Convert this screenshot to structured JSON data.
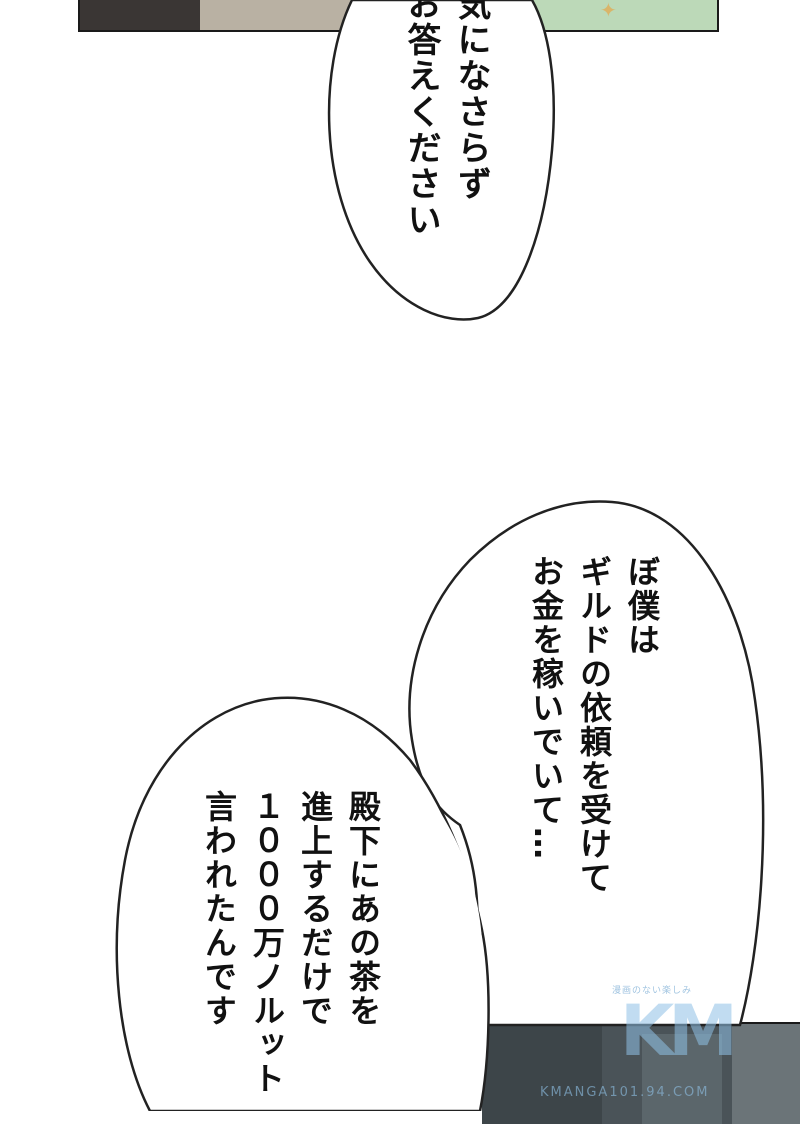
{
  "bubble_top": {
    "lines": [
      "気になさらず",
      "お答えください"
    ]
  },
  "bubble_right": {
    "lines": [
      "ぼ僕は",
      "ギルドの依頼を受けて",
      "お金を稼いでいて…"
    ]
  },
  "bubble_left": {
    "lines": [
      "殿下にあの茶を",
      "進上するだけで",
      "１０００万ノルット",
      "言われたんです"
    ]
  },
  "watermark": {
    "tagline": "漫画のない楽しみ",
    "logo": "KM",
    "url": "KMANGA101.94.COM"
  },
  "colors": {
    "bubble_fill": "#ffffff",
    "bubble_stroke": "#222222",
    "text": "#111111",
    "watermark": "#8fc1e6"
  }
}
